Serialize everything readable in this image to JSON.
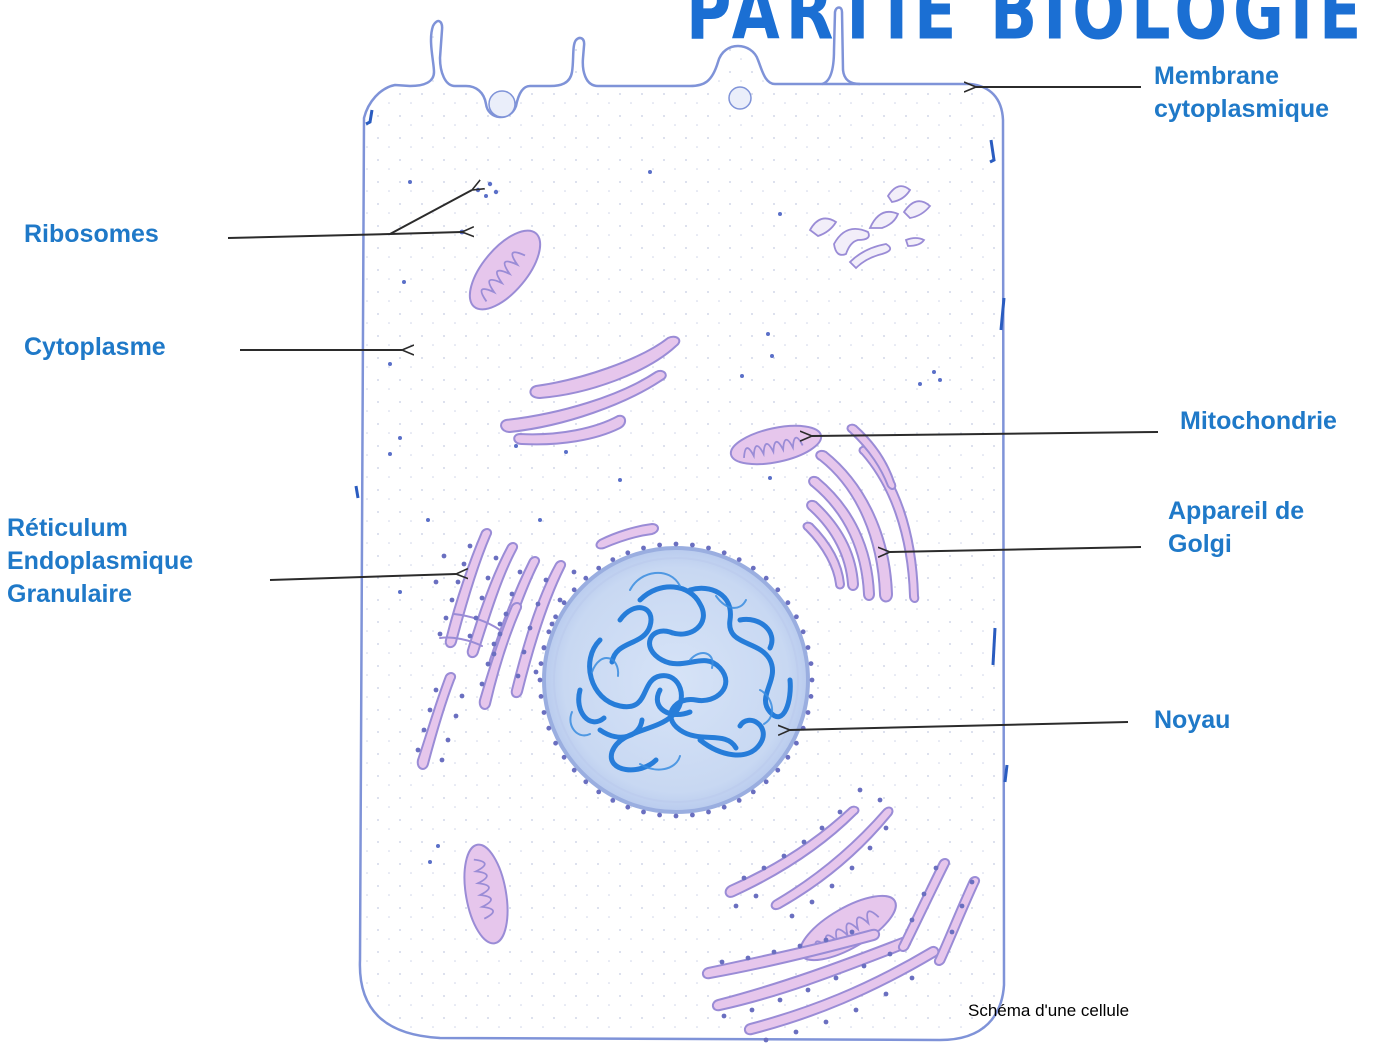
{
  "banner_text": "PARTIE BIOLOGIE",
  "caption": "Schéma d'une cellule",
  "labels": {
    "membrane": [
      "Membrane",
      "cytoplasmique"
    ],
    "ribosomes": [
      "Ribosomes"
    ],
    "cytoplasme": [
      "Cytoplasme"
    ],
    "mitochondrie": [
      "Mitochondrie"
    ],
    "reticulum": [
      "Réticulum",
      "Endoplasmique",
      "Granulaire"
    ],
    "golgi": [
      "Appareil de",
      "Golgi"
    ],
    "noyau": [
      "Noyau"
    ]
  },
  "colors": {
    "label_text": "#1f79c8",
    "banner": "#1b6fd3",
    "membrane_line": "#7f93d8",
    "organelle_fill": "#e6c6ec",
    "organelle_stroke": "#9a8cd6",
    "nucleus_fill": "#cdddf4",
    "chromatin": "#1e78d8",
    "ribosome_dot": "#5a6fc8",
    "arrow": "#2b2b2b"
  }
}
